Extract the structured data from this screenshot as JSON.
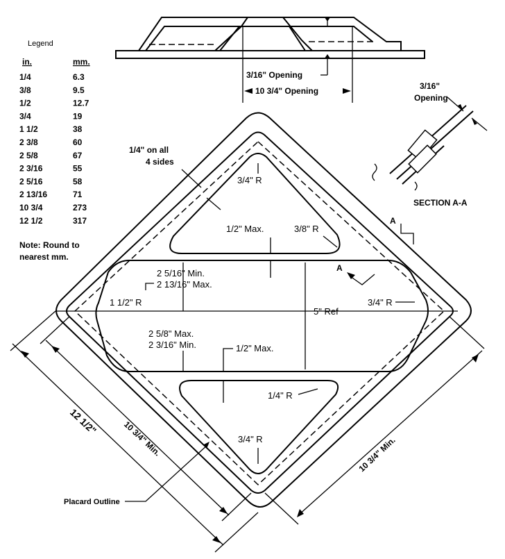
{
  "legend": {
    "title": "Legend",
    "col_in": "in.",
    "col_mm": "mm.",
    "rows": [
      {
        "in": "1/4",
        "mm": "6.3"
      },
      {
        "in": "3/8",
        "mm": "9.5"
      },
      {
        "in": "1/2",
        "mm": "12.7"
      },
      {
        "in": "3/4",
        "mm": "19"
      },
      {
        "in": "1 1/2",
        "mm": "38"
      },
      {
        "in": "2 3/8",
        "mm": "60"
      },
      {
        "in": "2 5/8",
        "mm": "67"
      },
      {
        "in": "2 3/16",
        "mm": "55"
      },
      {
        "in": "2 5/16",
        "mm": "58"
      },
      {
        "in": "2 13/16",
        "mm": "71"
      },
      {
        "in": "10 3/4",
        "mm": "273"
      },
      {
        "in": "12 1/2",
        "mm": "317"
      }
    ],
    "note_line1": "Note:  Round to",
    "note_line2": "nearest mm."
  },
  "labels": {
    "top_opening_small": "3/16\" Opening",
    "top_opening_wide": "10  3/4\" Opening",
    "section_opening_1": "3/16\"",
    "section_opening_2": "Opening",
    "section_title": "SECTION A-A",
    "all_sides_1": "1/4\" on all",
    "all_sides_2": "4 sides",
    "r_top": "3/4\" R",
    "half_max_top": "1/2\" Max.",
    "r_3_8": "3/8\" R",
    "min_2_5_16": "2 5/16\" Min.",
    "max_2_13_16": "2 13/16\" Max.",
    "r_1_1_2": "1 1/2\" R",
    "ref_5": "5\" Ref",
    "r_right": "3/4\" R",
    "max_2_5_8": "2 5/8\" Max.",
    "min_2_3_16": "2 3/16\" Min.",
    "half_max_bottom": "1/2\" Max.",
    "r_1_4": "1/4\" R",
    "r_bottom": "3/4\" R",
    "dim_12_1_2": "12 1/2\"",
    "dim_10_3_4_left": "10 3/4\" Min.",
    "dim_10_3_4_right": "10 3/4\" Min.",
    "placard_outline": "Placard Outline",
    "section_a_1": "A",
    "section_a_2": "A"
  }
}
